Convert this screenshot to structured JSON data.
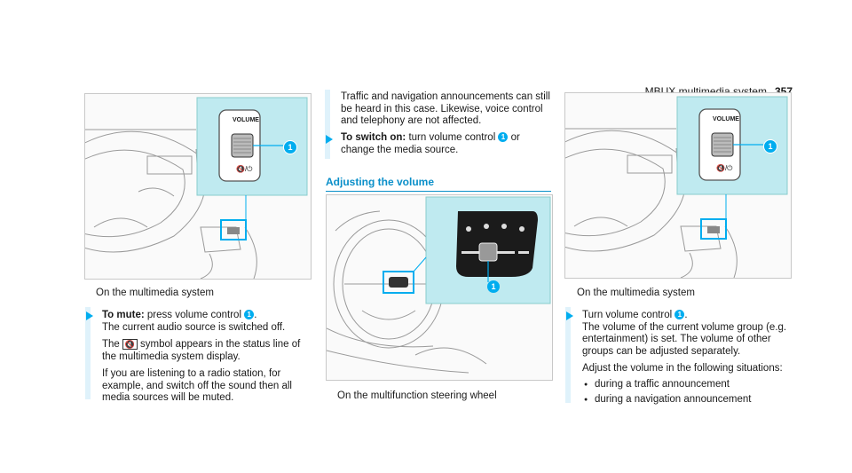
{
  "header": {
    "title": "MBUX multimedia system",
    "page": "357"
  },
  "left": {
    "caption": "On the multimedia system",
    "mute_title": "To mute:",
    "mute_text": " press volume control ",
    "mute_text_end": ".",
    "line2": "The current audio source is switched off.",
    "symbol_pre": "The",
    "symbol_glyph": "🔇",
    "symbol_post": "symbol appears in the status line of the multimedia system display.",
    "radio_text": "If you are listening to a radio station, for example, and switch off the sound then all media sources will be muted.",
    "figure_label": "VOLUME",
    "figure_icon": "🔇/⏻",
    "badge": "1"
  },
  "middle": {
    "para1": "Traffic and navigation announcements can still be heard in this case. Likewise, voice control and telephony are not affected.",
    "switch_title": "To switch on:",
    "switch_text": " turn volume control ",
    "switch_text_end": " or change the media source.",
    "section": "Adjusting the volume",
    "caption": "On the multifunction steering wheel",
    "badge": "1"
  },
  "right": {
    "caption": "On the multimedia system",
    "turn_text": "Turn volume control ",
    "turn_end": ".",
    "line2": "The volume of the current volume group (e.g. entertainment) is set. The volume of other groups can be adjusted separately.",
    "adjust": "Adjust the volume in the following situations:",
    "bullets": [
      "during a traffic announcement",
      "during a navigation announcement"
    ],
    "figure_label": "VOLUME",
    "figure_icon": "🔇/⏻",
    "badge": "1"
  },
  "colors": {
    "accent": "#00adef",
    "panel": "#bfeaf0"
  }
}
